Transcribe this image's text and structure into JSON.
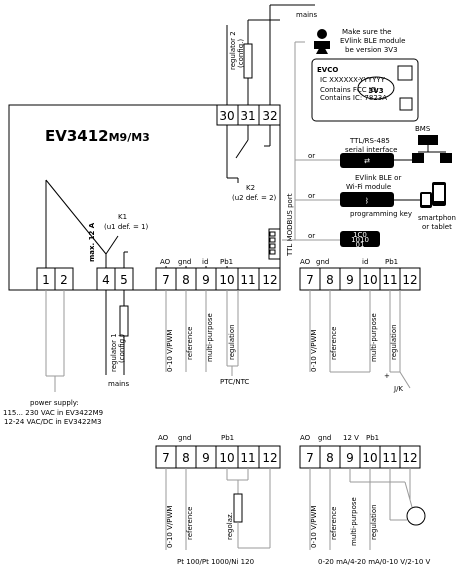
{
  "model": {
    "name": "EV3412",
    "suffix": "M9/M3"
  },
  "top": {
    "mains_label": "mains",
    "regulator2_label": "regulator 2",
    "regulator2_config": "(config.)",
    "module_note": [
      "Make sure the",
      "EVlink BLE module",
      "be version 3V3"
    ],
    "module_card": {
      "brand": "EVCO",
      "version": "3V3",
      "text1": "IC XXXXXX-YYYYYY",
      "text2": "Contains FCC ID:",
      "text3": "Contains IC: 7823A"
    }
  },
  "main_terminals": {
    "top_numbers": [
      "30",
      "31",
      "32"
    ],
    "bottom_numbers": [
      "1",
      "2",
      "4",
      "5",
      "7",
      "8",
      "9",
      "10",
      "11",
      "12"
    ],
    "bottom_headers": {
      "ao": "AO",
      "gnd": "gnd",
      "id": "id",
      "pb1": "Pb1"
    },
    "max_current": "max. 12 A",
    "k1": {
      "name": "K1",
      "desc": "(u1 def. = 1)"
    },
    "k2": {
      "name": "K2",
      "desc": "(u2 def. = 2)"
    },
    "ttl_port": "TTL MODBUS port"
  },
  "wire_labels": {
    "vpwm": "0-10 V/PWM",
    "reference": "reference",
    "multi_purpose": "multi-purpose",
    "regulation": "regulation",
    "regulator1": "regulator 1",
    "regulator1_config": "(config.)",
    "mains_bottom": "mains",
    "ptc_ntc": "PTC/NTC",
    "power_supply": [
      "power supply:",
      "115... 230 VAC in EV3422M9",
      "12-24 VAC/DC in EV3422M3"
    ]
  },
  "accessories": {
    "ttl_interface": [
      "TTL/RS-485",
      "serial interface"
    ],
    "bms": "BMS",
    "evlink": [
      "EVlink BLE or",
      "Wi-Fi module"
    ],
    "programming_key": "programming key",
    "smartphone": [
      "smartphon",
      "or tablet"
    ],
    "or_label": "or",
    "key_text": [
      "1C0",
      "1010",
      "01"
    ]
  },
  "right_block": {
    "numbers": [
      "7",
      "8",
      "9",
      "10",
      "11",
      "12"
    ],
    "headers": {
      "ao": "AO",
      "gnd": "gnd",
      "id": "id",
      "pb1": "Pb1"
    },
    "plus": "+",
    "jk": "J/K"
  },
  "bottom_left_block": {
    "numbers": [
      "7",
      "8",
      "9",
      "10",
      "11",
      "12"
    ],
    "headers": {
      "ao": "AO",
      "gnd": "gnd",
      "pb1": "Pb1"
    },
    "labels": {
      "vpwm": "0-10 V/PWM",
      "reference": "reference",
      "regolaz": "regolaz."
    },
    "caption": "Pt 100/Pt 1000/Ni 120"
  },
  "bottom_right_block": {
    "numbers": [
      "7",
      "8",
      "9",
      "10",
      "11",
      "12"
    ],
    "headers": {
      "ao": "AO",
      "gnd": "gnd",
      "v12": "12 V",
      "pb1": "Pb1"
    },
    "labels": {
      "vpwm": "0-10 V/PWM",
      "reference": "reference",
      "multi_purpose": "multi-purpose",
      "regulation": "regulation"
    },
    "caption": "0-20 mA/4-20 mA/0-10 V/2-10 V"
  }
}
